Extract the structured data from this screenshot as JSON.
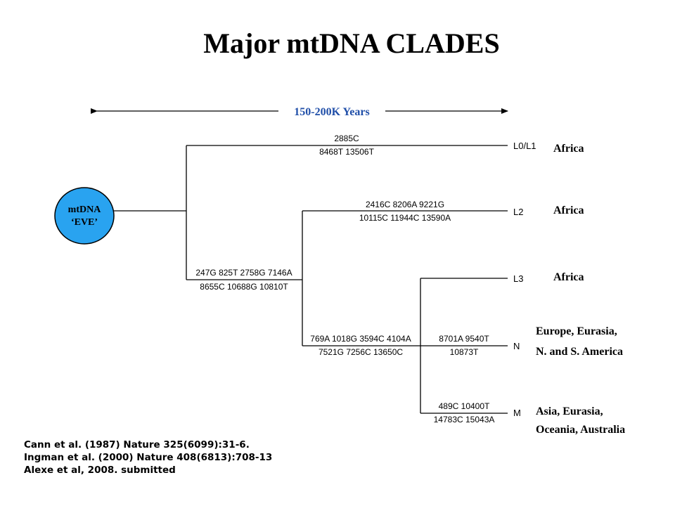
{
  "title": "Major mtDNA CLADES",
  "timespan_label": "150-200K Years",
  "root": {
    "line1": "mtDNA",
    "line2": "‘EVE’",
    "fill_color": "#29a3f0"
  },
  "colors": {
    "timespan": "#1f4ea8",
    "root_fill": "#29a3f0"
  },
  "branches": {
    "root_to_rest": {
      "line1": "247G 825T 2758G 7146A",
      "line2": "8655C 10688G 10810T"
    },
    "l3_n_m_stem": {
      "line1": "769A 1018G 3594C 4104A",
      "line2": "7521G 7256C 13650C"
    }
  },
  "clades": [
    {
      "label": "L0/L1",
      "region": [
        "Africa"
      ],
      "mut_line1": "2885C",
      "mut_line2": "8468T 13506T"
    },
    {
      "label": "L2",
      "region": [
        "Africa"
      ],
      "mut_line1": "2416C 8206A 9221G",
      "mut_line2": "10115C 11944C 13590A"
    },
    {
      "label": "L3",
      "region": [
        "Africa"
      ],
      "mut_line1": "",
      "mut_line2": ""
    },
    {
      "label": "N",
      "region": [
        "Europe, Eurasia,",
        "N. and S. America"
      ],
      "mut_line1": "8701A 9540T",
      "mut_line2": "10873T"
    },
    {
      "label": "M",
      "region": [
        "Asia, Eurasia,",
        "Oceania, Australia"
      ],
      "mut_line1": "489C 10400T",
      "mut_line2": "14783C 15043A"
    }
  ],
  "references": [
    "Cann et al. (1987) Nature 325(6099):31-6.",
    "Ingman et al. (2000) Nature 408(6813):708-13",
    "Alexe et al, 2008.  submitted"
  ]
}
